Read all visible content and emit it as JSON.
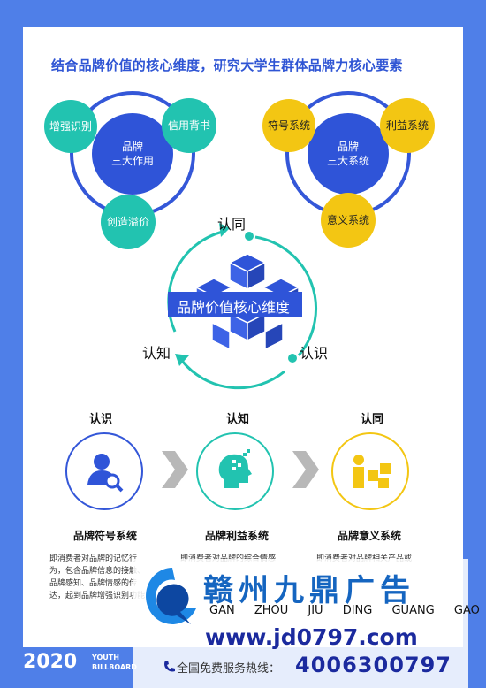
{
  "header": {
    "title": "结合品牌价值的核心维度，研究大学生群体品牌力核心要素"
  },
  "left_cluster": {
    "center": [
      "品牌",
      "三大作用"
    ],
    "items": [
      "增强识别",
      "信用背书",
      "创造溢价"
    ]
  },
  "right_cluster": {
    "center": [
      "品牌",
      "三大系统"
    ],
    "items": [
      "符号系统",
      "利益系统",
      "意义系统"
    ]
  },
  "cycle": {
    "center_label": "品牌价值核心维度",
    "top": "认同",
    "right": "认识",
    "left": "认知"
  },
  "steps": [
    {
      "title": "认识",
      "name": "品牌符号系统",
      "desc": "即消费者对品牌的记忆行为，包含品牌信息的接触、品牌感知、品牌情感的传达，起到品牌增强识别功能",
      "color": "#3457d8",
      "icon": "person-search-icon"
    },
    {
      "title": "认知",
      "name": "品牌利益系统",
      "desc": "即消费者对品牌的综合情感与行为",
      "color": "#22c3b0",
      "icon": "head-thinking-icon"
    },
    {
      "title": "认同",
      "name": "品牌意义系统",
      "desc": "即消费者对品牌相关产品或服务的",
      "color": "#f3c613",
      "icon": "person-boxes-icon"
    }
  ],
  "footer": {
    "year": "2020",
    "sub1": "YOUTH",
    "sub2": "BILLBOARD"
  },
  "watermark": {
    "cn": "赣州九鼎广告",
    "pinyin": "GAN ZHOU JIU DING GUANG GAO",
    "url": "www.jd0797.com",
    "hotline": "全国免费服务热线：",
    "phone": "4006300797"
  },
  "colors": {
    "primary": "#3457d8",
    "teal": "#22c3b0",
    "yellow": "#f3c613",
    "background": "#4f7fe8"
  }
}
